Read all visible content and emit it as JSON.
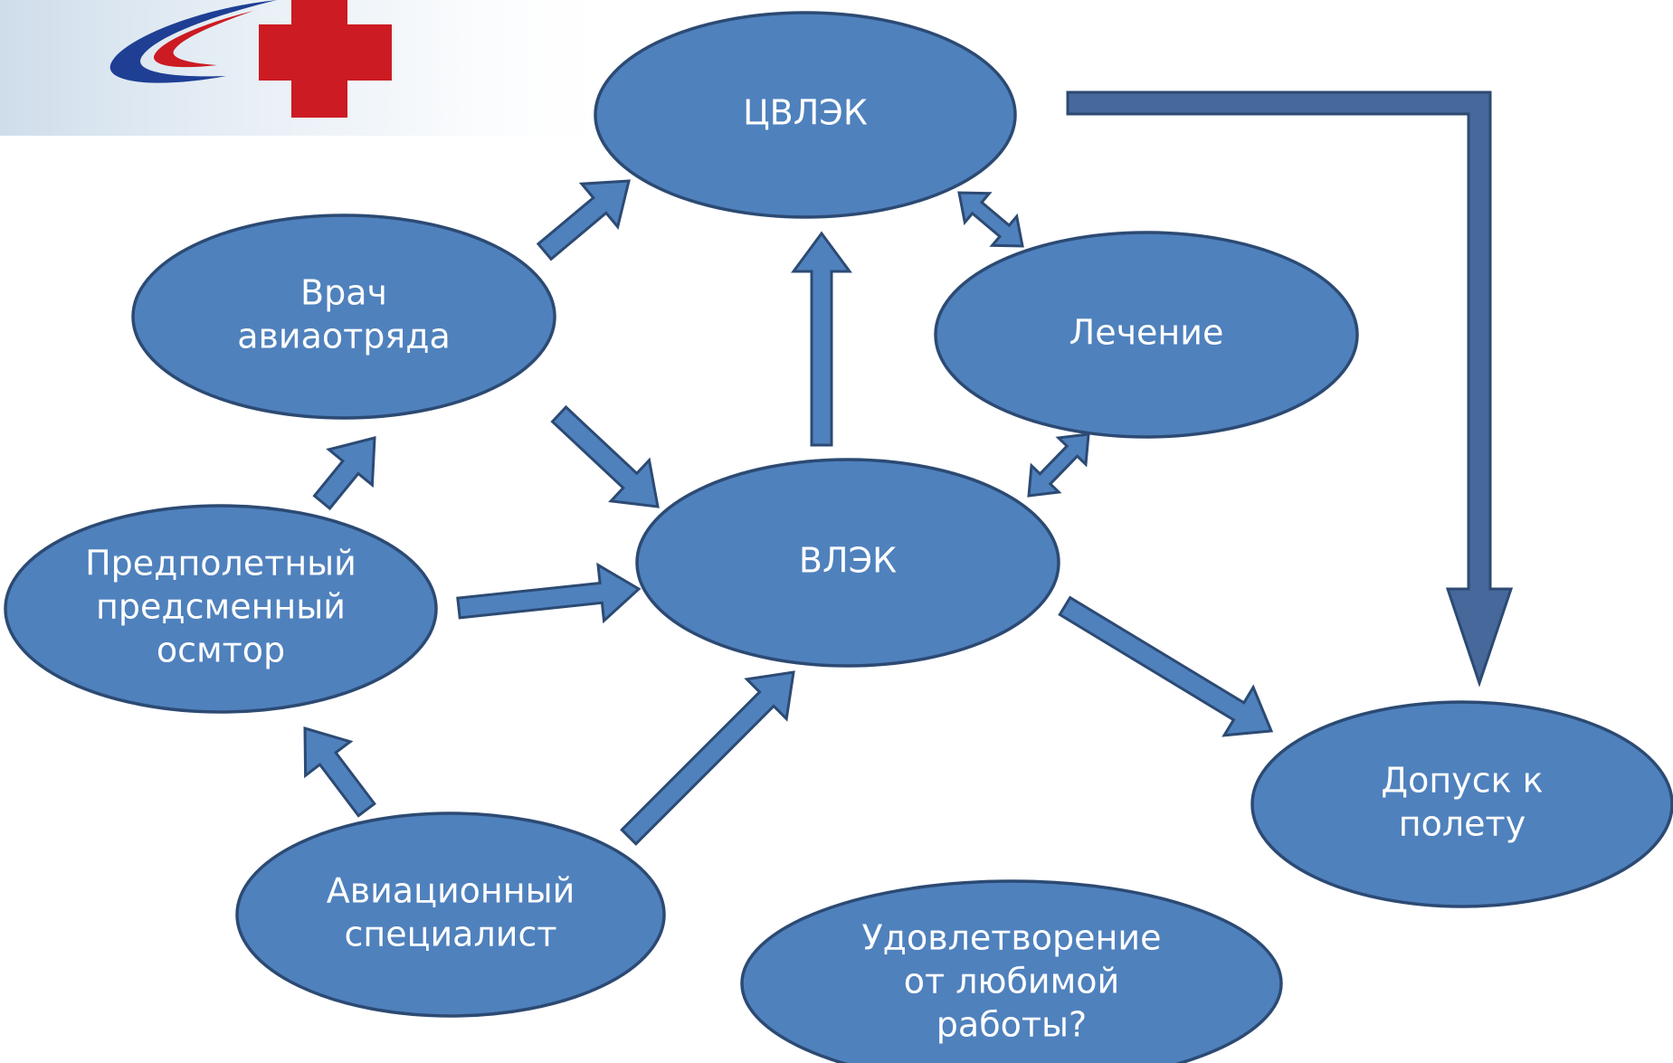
{
  "colors": {
    "node_fill": "#4f81bd",
    "node_stroke": "#2c4a73",
    "node_text": "#ffffff",
    "arrow_fill": "#4f81bd",
    "arrow_stroke": "#2c4a73",
    "big_arrow_fill": "#46689a",
    "big_arrow_stroke": "#2c4a73",
    "logo_red": "#cc1b22",
    "logo_blue": "#1e3f94",
    "background_sky": "#e4edf5"
  },
  "logo": {
    "icon": "aviation-medicine-logo"
  },
  "nodes": {
    "tsvlek": {
      "lines": [
        "ЦВЛЭК"
      ]
    },
    "vrach": {
      "lines": [
        "Врач",
        "авиаотряда"
      ]
    },
    "lechenie": {
      "lines": [
        "Лечение"
      ]
    },
    "vlek": {
      "lines": [
        "ВЛЭК"
      ]
    },
    "predpoletny": {
      "lines": [
        "Предполетный",
        "предсменный",
        "осмтор"
      ]
    },
    "aviatsionny": {
      "lines": [
        "Авиационный",
        "специалист"
      ]
    },
    "dopusk": {
      "lines": [
        "Допуск к",
        "полету"
      ]
    },
    "udovletvorenie": {
      "lines": [
        "Удовлетворение",
        "от любимой",
        "работы?"
      ]
    }
  },
  "edges": [
    {
      "from": "vrach",
      "to": "tsvlek",
      "style": "single"
    },
    {
      "from": "vrach",
      "to": "vlek",
      "style": "single"
    },
    {
      "from": "vlek",
      "to": "tsvlek",
      "style": "single"
    },
    {
      "from": "tsvlek",
      "to": "lechenie",
      "style": "double"
    },
    {
      "from": "lechenie",
      "to": "vlek",
      "style": "double"
    },
    {
      "from": "predpoletny",
      "to": "vrach",
      "style": "single"
    },
    {
      "from": "predpoletny",
      "to": "vlek",
      "style": "single"
    },
    {
      "from": "aviatsionny",
      "to": "predpoletny",
      "style": "single"
    },
    {
      "from": "aviatsionny",
      "to": "vlek",
      "style": "single"
    },
    {
      "from": "vlek",
      "to": "dopusk",
      "style": "single"
    },
    {
      "from": "tsvlek",
      "to": "dopusk",
      "style": "bent"
    }
  ]
}
